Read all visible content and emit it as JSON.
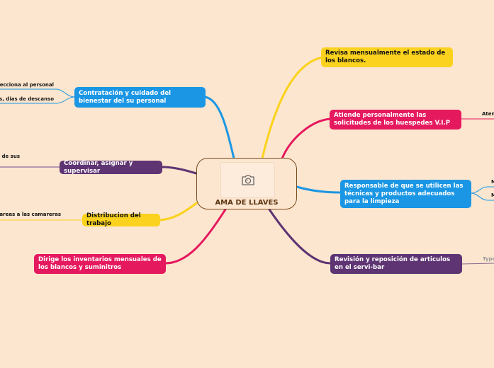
{
  "central": {
    "title": "AMA DE LLAVES",
    "icon": "camera-icon"
  },
  "colors": {
    "yellow": "#fbd21e",
    "pink": "#e5195e",
    "blue": "#1a96e4",
    "purple": "#5e3473",
    "background": "#fde6cf"
  },
  "right_branches": [
    {
      "label": "Revisa mensualmente el estado de los blancos.",
      "color": "yellow"
    },
    {
      "label": "Atiende personalmente las solicitudes de los huespedes V.I.P",
      "color": "pink",
      "children": [
        "Aten"
      ]
    },
    {
      "label": "Responsable de que se utilicen las técnicas y productos adecuados para la limpieza",
      "color": "blue",
      "children": [
        "M",
        "M"
      ]
    },
    {
      "label": "Revisión y reposición de articulos en el servi-bar",
      "color": "purple",
      "children": [
        "Type"
      ]
    }
  ],
  "left_branches": [
    {
      "label": "Contratación y cuidado del bienestar del su personal",
      "color": "blue",
      "children": [
        "ecciona al personal",
        "s, dias de descanso"
      ]
    },
    {
      "label": "Coordinar, asignar y supervisar",
      "color": "purple",
      "children": [
        "de sus"
      ]
    },
    {
      "label": "Distribucion del trabajo",
      "color": "yellow",
      "children": [
        "areas a las camareras"
      ]
    },
    {
      "label": "Dirige los inventarios mensuales de los blancos y suminitros",
      "color": "pink"
    }
  ]
}
